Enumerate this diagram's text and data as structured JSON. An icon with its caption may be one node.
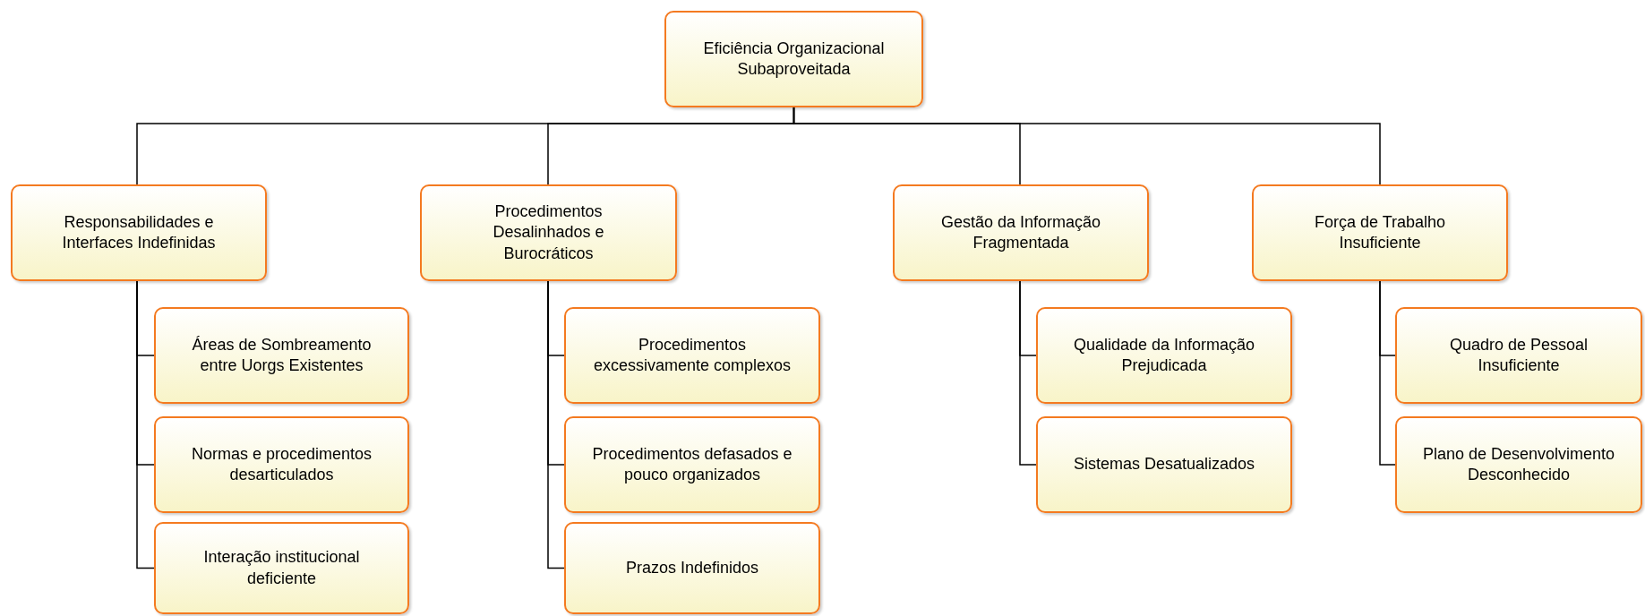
{
  "diagram": {
    "nodes": [
      {
        "text": [
          "Eficiência Organizacional Subaproveitada"
        ]
      },
      {
        "text": [
          "Responsabilidades e Interfaces Indefinidas"
        ]
      },
      {
        "text": [
          "Áreas de Sombreamento entre Uorgs Existentes"
        ]
      },
      {
        "text": [
          "Normas e procedimentos desarticulados"
        ]
      },
      {
        "text": [
          "Interação institucional deficiente"
        ]
      },
      {
        "text": [
          "Procedimentos Desalinhados e Burocráticos"
        ]
      },
      {
        "text": [
          "Procedimentos excessivamente complexos"
        ]
      },
      {
        "text": [
          "Procedimentos defasados e pouco organizados"
        ]
      },
      {
        "text": [
          "Prazos Indefinidos"
        ]
      },
      {
        "text": [
          "Gestão da Informação Fragmentada"
        ]
      },
      {
        "text": [
          "Qualidade da Informação Prejudicada"
        ]
      },
      {
        "text": [
          "Sistemas Desatualizados"
        ]
      },
      {
        "text": [
          "Força de Trabalho Insuficiente"
        ]
      },
      {
        "text": [
          "Quadro de Pessoal Insuficiente"
        ]
      },
      {
        "text": [
          "Plano de Desenvolvimento Desconhecido"
        ]
      }
    ],
    "edges": [
      {
        "from": 0,
        "to": 1,
        "arrow": "none"
      },
      {
        "from": 0,
        "to": 5,
        "arrow": "none"
      },
      {
        "from": 0,
        "to": 9,
        "arrow": "none"
      },
      {
        "from": 0,
        "to": 12,
        "arrow": "none"
      },
      {
        "from": 1,
        "to": 2,
        "arrow": "none"
      },
      {
        "from": 1,
        "to": 3,
        "arrow": "none"
      },
      {
        "from": 1,
        "to": 4,
        "arrow": "none"
      },
      {
        "from": 5,
        "to": 6,
        "arrow": "none"
      },
      {
        "from": 5,
        "to": 7,
        "arrow": "none"
      },
      {
        "from": 5,
        "to": 8,
        "arrow": "none"
      },
      {
        "from": 9,
        "to": 10,
        "arrow": "none"
      },
      {
        "from": 9,
        "to": 11,
        "arrow": "none"
      },
      {
        "from": 12,
        "to": 13,
        "arrow": "none"
      },
      {
        "from": 12,
        "to": 14,
        "arrow": "none"
      }
    ]
  }
}
